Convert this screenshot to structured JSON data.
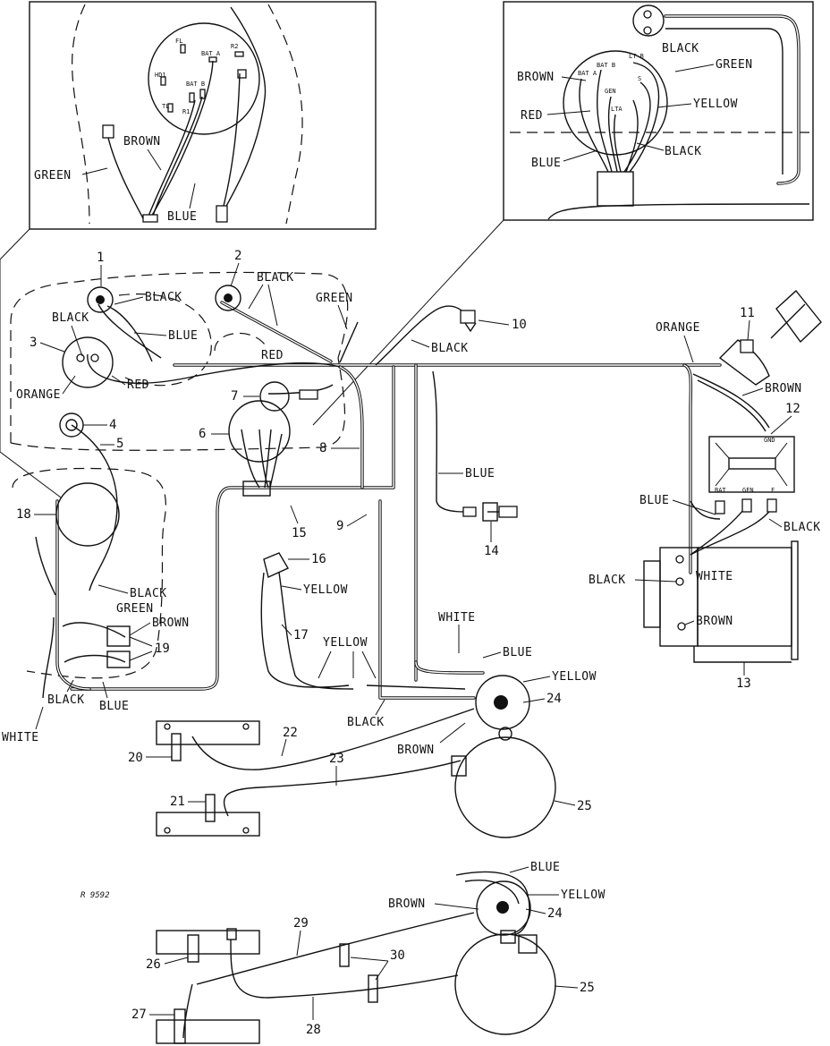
{
  "inset_left": {
    "terminals": [
      "FL",
      "BAT A",
      "R2",
      "HD1",
      "BAT B",
      "TL",
      "R1"
    ],
    "wires": [
      "GREEN",
      "BROWN",
      "BLUE"
    ]
  },
  "inset_right": {
    "terminals": [
      "BAT A",
      "BAT B",
      "LT B",
      "GEN",
      "S",
      "LTA"
    ],
    "wires": [
      "BLACK",
      "BROWN",
      "GREEN",
      "RED",
      "YELLOW",
      "BLACK",
      "BLUE"
    ]
  },
  "wire_colors": {
    "black": "BLACK",
    "blue": "BLUE",
    "green": "GREEN",
    "red": "RED",
    "orange": "ORANGE",
    "brown": "BROWN",
    "yellow": "YELLOW",
    "white": "WHITE",
    "blue_b": "BLUE",
    "black_b": "BLACK",
    "white_b": "WHITE",
    "brown_b": "BROWN"
  },
  "callouts": [
    "1",
    "2",
    "3",
    "4",
    "5",
    "6",
    "7",
    "8",
    "9",
    "10",
    "11",
    "12",
    "13",
    "14",
    "15",
    "16",
    "17",
    "18",
    "19",
    "20",
    "21",
    "22",
    "23",
    "24",
    "25",
    "26",
    "27",
    "28",
    "29",
    "30"
  ],
  "regulator_terminals": {
    "gnd": "GND",
    "bat": "BAT",
    "gen": "GEN",
    "f": "F"
  },
  "part_ref": "R 9592"
}
